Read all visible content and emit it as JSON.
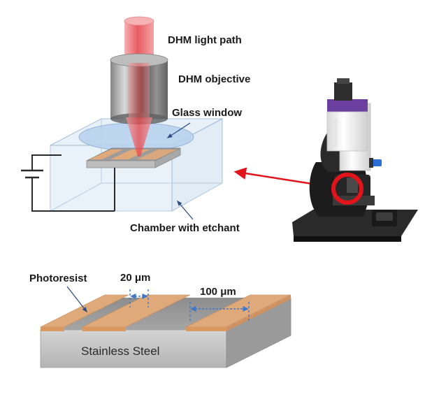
{
  "labels": {
    "dhm_light_path": "DHM light path",
    "dhm_objective": "DHM objective",
    "glass_window": "Glass window",
    "chamber": "Chamber with etchant",
    "photoresist": "Photoresist",
    "gap_small": "20 μm",
    "gap_large": "100 μm",
    "substrate": "Stainless Steel"
  },
  "icons": {
    "instrument": "dhm-microscope-photo",
    "battery": "battery-symbol-icon",
    "pointer": "red-arrow-icon"
  },
  "colors": {
    "beam": "#e8474c",
    "photoresist": "#e0a97a",
    "steel": "#9c9c9c",
    "chamber": "#d6e7f3",
    "window": "#b9d3ee",
    "highlight": "#e0141a",
    "dimension": "#3f78c9",
    "instrument_accent": "#6a3fa0"
  }
}
